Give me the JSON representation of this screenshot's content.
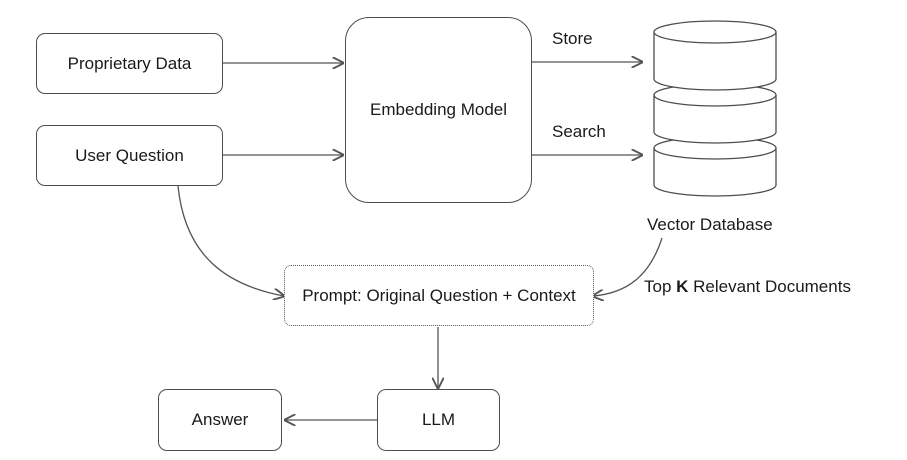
{
  "nodes": {
    "proprietary_data": "Proprietary Data",
    "user_question": "User Question",
    "embedding_model": "Embedding Model",
    "vector_database": "Vector Database",
    "prompt": "Prompt: Original Question + Context",
    "llm": "LLM",
    "answer": "Answer"
  },
  "edges": {
    "store": "Store",
    "search": "Search",
    "top_k_prefix": "Top ",
    "top_k_bold": "K",
    "top_k_suffix": " Relevant Documents"
  },
  "colors": {
    "line": "#555555",
    "border": "#4d4d4d"
  }
}
